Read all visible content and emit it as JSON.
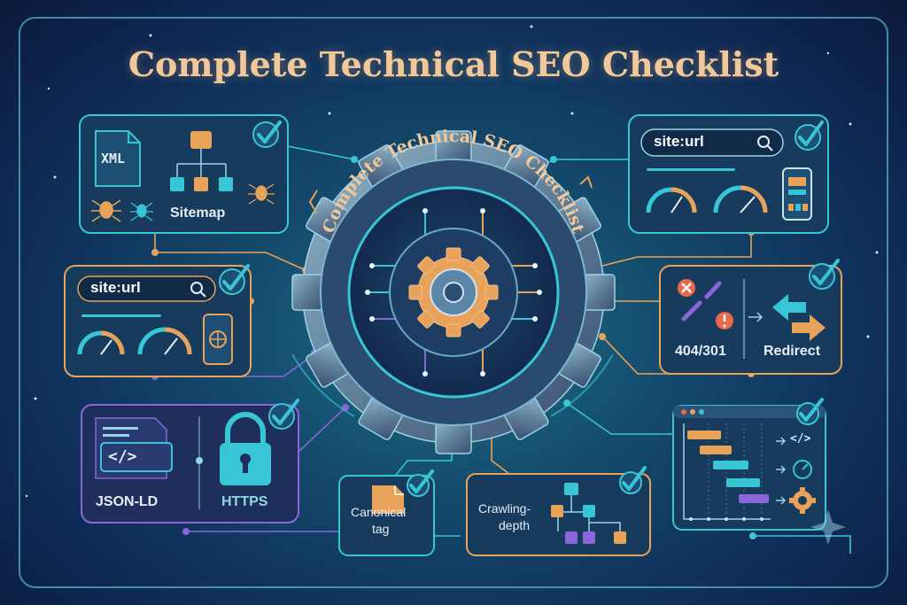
{
  "title": "Complete Technical SEO Checklist",
  "gear_ring_text": "Complete Technical SEO Checklist",
  "cards": {
    "sitemap": {
      "file_label": "XML",
      "label": "Sitemap"
    },
    "speed_top": {
      "search_text": "site:url"
    },
    "speed_left": {
      "search_text": "site:url"
    },
    "redirects": {
      "code_label": "404/301",
      "label": "Redirect"
    },
    "schema": {
      "code_label": "</>",
      "label": "JSON-LD",
      "https_label": "HTTPS"
    },
    "canonical": {
      "label_line1": "Canonical",
      "label_line2": "tag"
    },
    "crawl": {
      "label_line1": "Crawling-",
      "label_line2": "depth"
    },
    "gantt": {
      "code_label": "</>"
    }
  },
  "colors": {
    "accent_teal": "#38c6d6",
    "accent_orange": "#e9a25a",
    "accent_purple": "#8a66d8",
    "title_gold": "#f0c89a"
  }
}
